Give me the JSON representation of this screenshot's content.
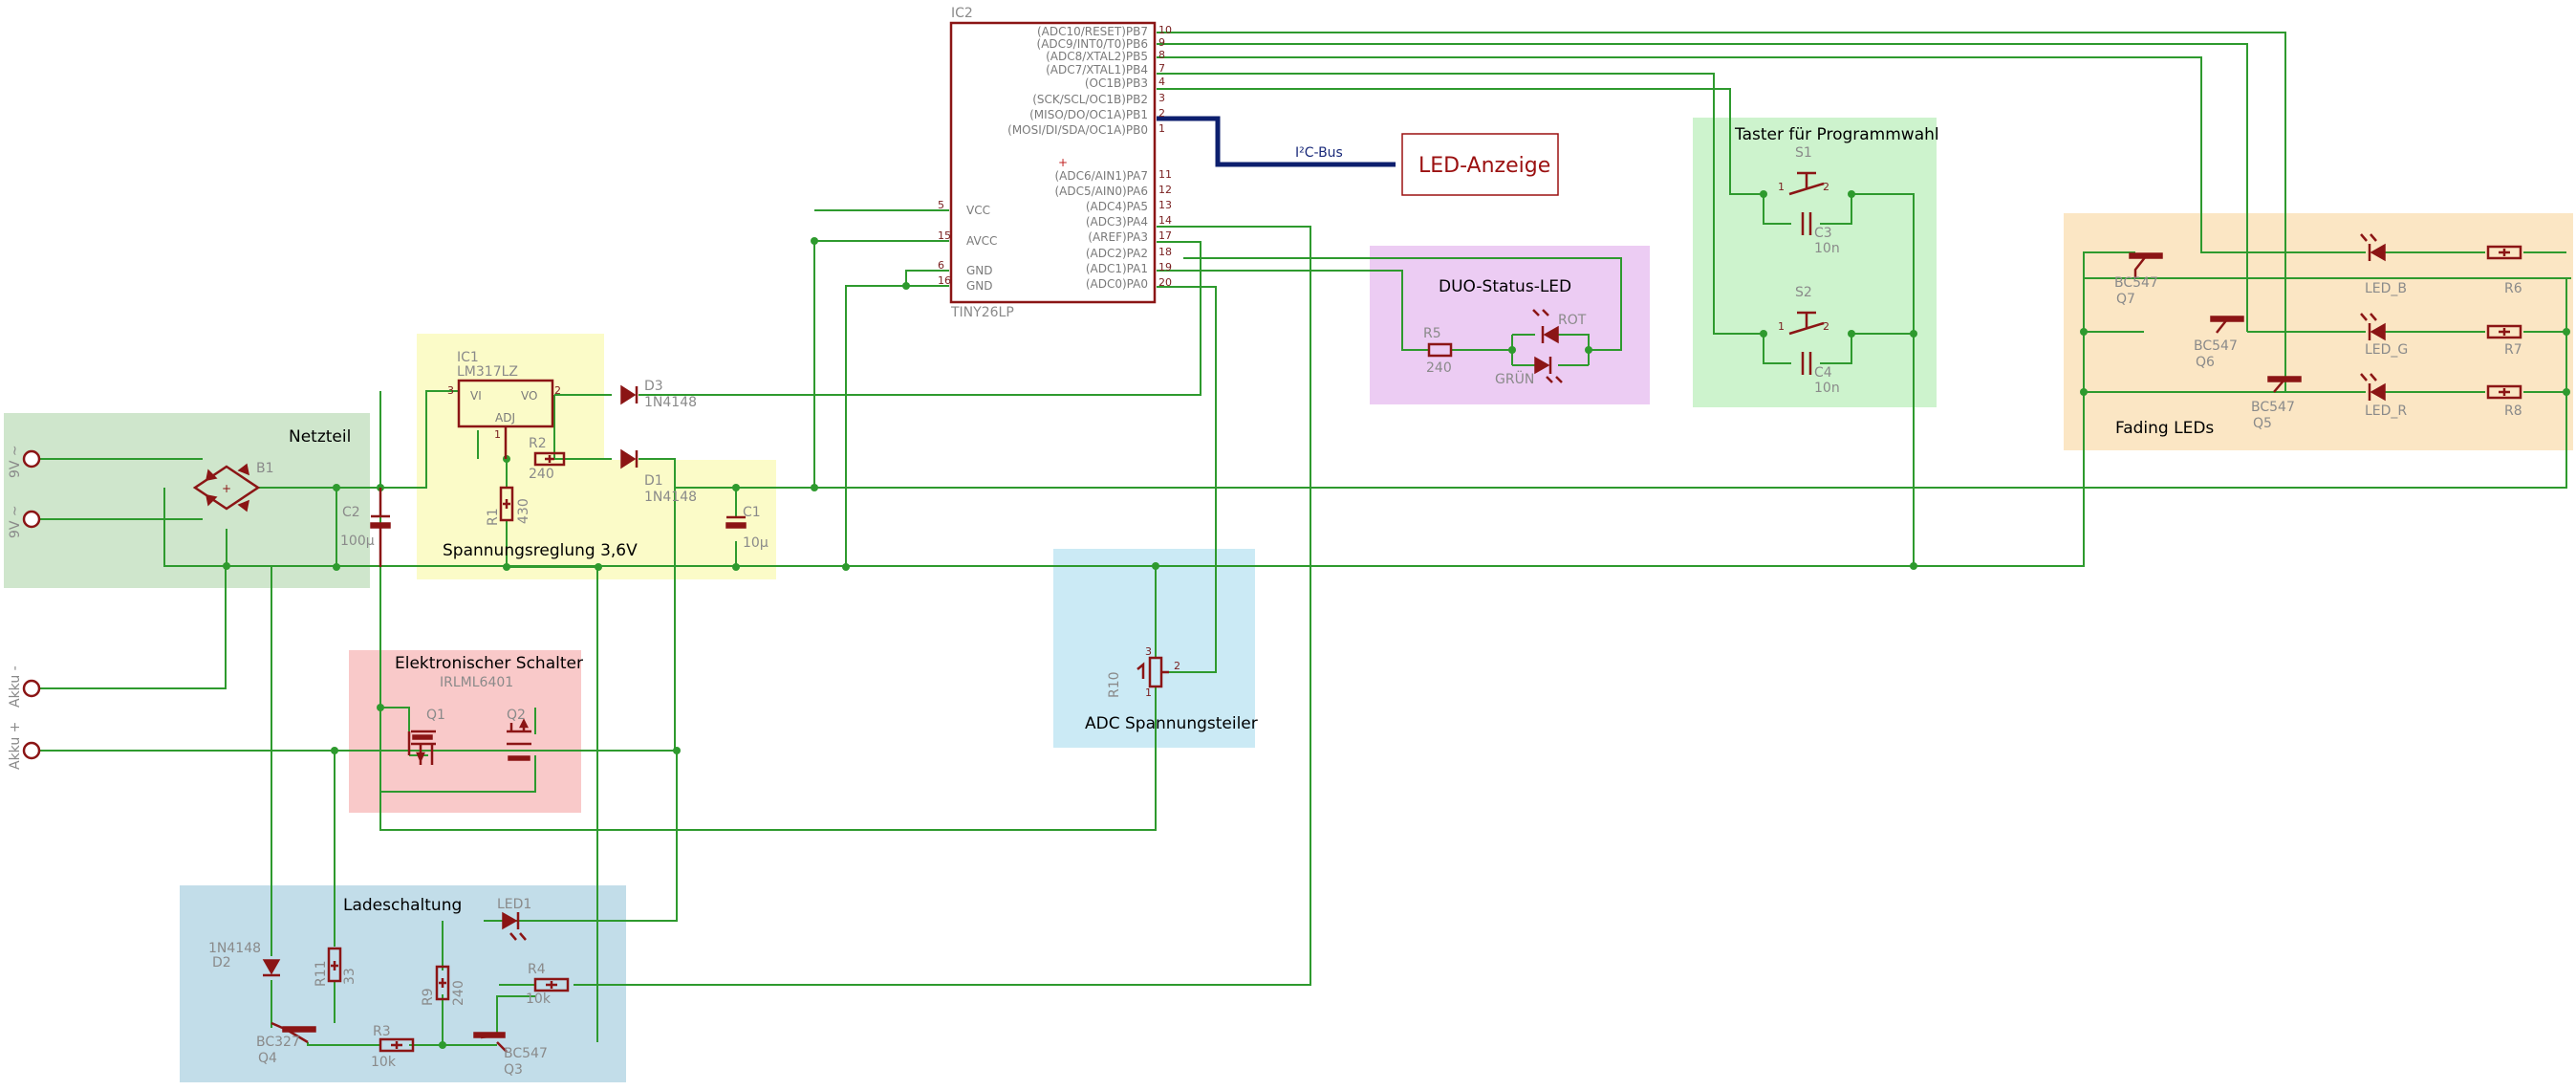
{
  "regions": {
    "netzteil": {
      "title": "Netzteil",
      "color": "#cfe6cc"
    },
    "spannungsregelung": {
      "title": "Spannungsreglung 3,6V",
      "color": "#fbfbc8"
    },
    "schalter": {
      "title": "Elektronischer Schalter",
      "part": "IRLML6401",
      "color": "#f9c9c9"
    },
    "ladeschaltung": {
      "title": "Ladeschaltung",
      "color": "#c2dde9"
    },
    "adc": {
      "title": "ADC Spannungsteiler",
      "color": "#cbeaf5"
    },
    "duo": {
      "title": "DUO-Status-LED",
      "color": "#ecccf3"
    },
    "taster": {
      "title": "Taster für Programmwahl",
      "color": "#cdf3cd"
    },
    "fading": {
      "title": "Fading LEDs",
      "color": "#fbe6c4"
    }
  },
  "terminals": [
    "9V ~",
    "9V ~",
    "Akku -",
    "Akku +"
  ],
  "ic2": {
    "name": "IC2",
    "part": "TINY26LP",
    "left_pins": [
      {
        "label": "VCC",
        "num": "5"
      },
      {
        "label": "AVCC",
        "num": "15"
      },
      {
        "label": "GND",
        "num": "6"
      },
      {
        "label": "GND",
        "num": "16"
      }
    ],
    "right_pins": [
      {
        "label": "(ADC10/RESET)PB7",
        "num": "10"
      },
      {
        "label": "(ADC9/INT0/T0)PB6",
        "num": "9"
      },
      {
        "label": "(ADC8/XTAL2)PB5",
        "num": "8"
      },
      {
        "label": "(ADC7/XTAL1)PB4",
        "num": "7"
      },
      {
        "label": "(OC1B)PB3",
        "num": "4"
      },
      {
        "label": "(SCK/SCL/OC1B)PB2",
        "num": "3"
      },
      {
        "label": "(MISO/DO/OC1A)PB1",
        "num": "2"
      },
      {
        "label": "(MOSI/DI/SDA/OC1A)PB0",
        "num": "1"
      },
      {
        "label": "(ADC6/AIN1)PA7",
        "num": "11"
      },
      {
        "label": "(ADC5/AIN0)PA6",
        "num": "12"
      },
      {
        "label": "(ADC4)PA5",
        "num": "13"
      },
      {
        "label": "(ADC3)PA4",
        "num": "14"
      },
      {
        "label": "(AREF)PA3",
        "num": "17"
      },
      {
        "label": "(ADC2)PA2",
        "num": "18"
      },
      {
        "label": "(ADC1)PA1",
        "num": "19"
      },
      {
        "label": "(ADC0)PA0",
        "num": "20"
      }
    ]
  },
  "bus": {
    "label": "I²C-Bus",
    "target": "LED-Anzeige"
  },
  "ic1": {
    "name": "IC1",
    "part": "LM317LZ",
    "vi": "VI",
    "vo": "VO",
    "adj": "ADJ",
    "pin_in": "3",
    "pin_out": "2",
    "pin_adj": "1"
  },
  "parts": {
    "b1": "B1",
    "c2": {
      "name": "C2",
      "value": "100µ"
    },
    "c1": {
      "name": "C1",
      "value": "10µ"
    },
    "r1": {
      "name": "R1",
      "value": "430"
    },
    "r2": {
      "name": "R2",
      "value": "240"
    },
    "d3": {
      "name": "D3",
      "value": "1N4148"
    },
    "d1": {
      "name": "D1",
      "value": "1N4148"
    },
    "q1": "Q1",
    "q2": "Q2",
    "r5": {
      "name": "R5",
      "value": "240"
    },
    "led_rot": "ROT",
    "led_gruen": "GRÜN",
    "s1": "S1",
    "s2": "S2",
    "c3": {
      "name": "C3",
      "value": "10n"
    },
    "c4": {
      "name": "C4",
      "value": "10n"
    },
    "switch_pins": [
      "1",
      "2"
    ],
    "r10": {
      "name": "R10",
      "pins": [
        "1",
        "3",
        "2"
      ]
    },
    "q7": {
      "name": "Q7",
      "value": "BC547"
    },
    "q6": {
      "name": "Q6",
      "value": "BC547"
    },
    "q5": {
      "name": "Q5",
      "value": "BC547"
    },
    "led_b": "LED_B",
    "led_g": "LED_G",
    "led_r": "LED_R",
    "r6": "R6",
    "r7": "R7",
    "r8": "R8",
    "d2": {
      "name": "D2",
      "value": "1N4148"
    },
    "r11": {
      "name": "R11",
      "value": "33"
    },
    "q4": {
      "name": "Q4",
      "value": "BC327"
    },
    "r3": {
      "name": "R3",
      "value": "10k"
    },
    "r9": {
      "name": "R9",
      "value": "240"
    },
    "led1": "LED1",
    "r4": {
      "name": "R4",
      "value": "10k"
    },
    "q3": {
      "name": "Q3",
      "value": "BC547"
    }
  }
}
